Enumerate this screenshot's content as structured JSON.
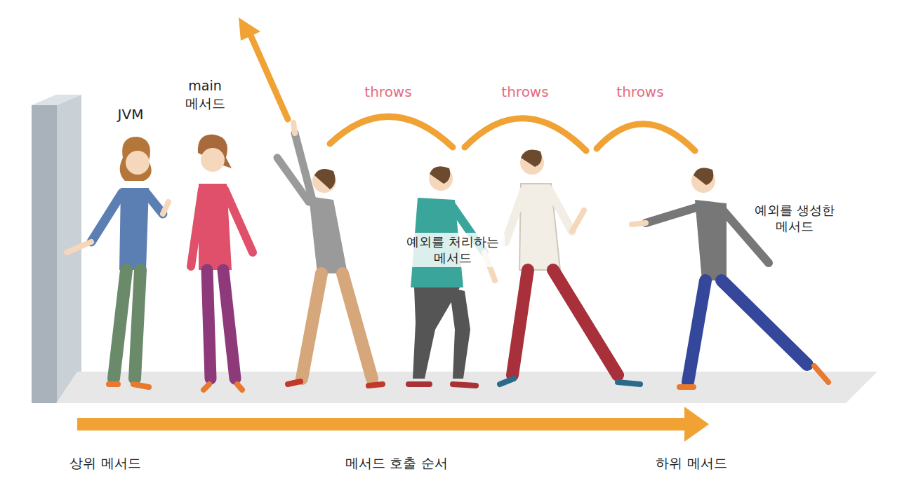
{
  "diagram": {
    "labels": [
      "JVM",
      "main 메서드",
      "throws",
      "throws",
      "throws",
      "예외를 처리하는 메서드",
      "예외를 생성한 메서드",
      "상위 메서드",
      "메서드 호출 순서",
      "하위 메서드"
    ]
  }
}
